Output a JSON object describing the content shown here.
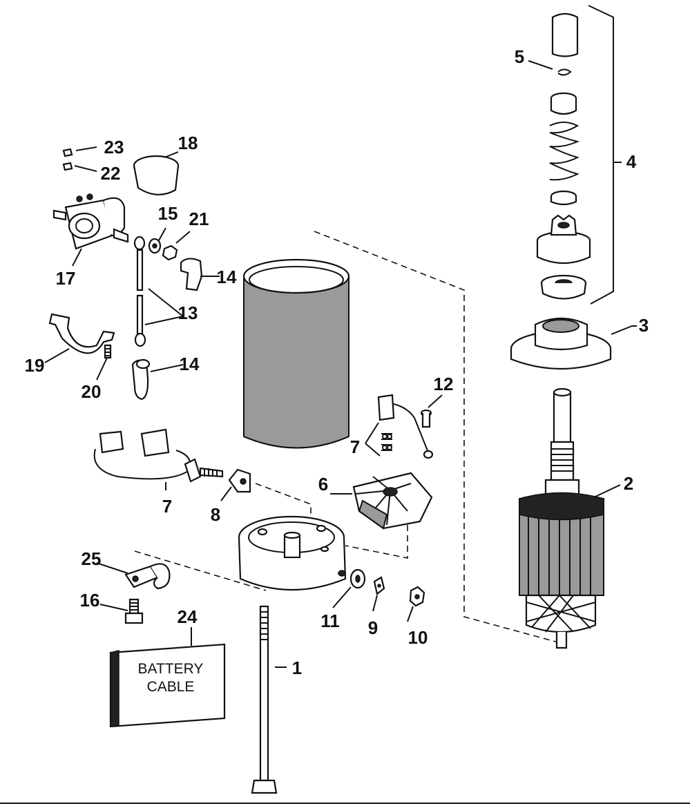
{
  "diagram": {
    "labels": {
      "p1": "1",
      "p2": "2",
      "p3": "3",
      "p4": "4",
      "p5": "5",
      "p6": "6",
      "p7a": "7",
      "p7b": "7",
      "p8": "8",
      "p9": "9",
      "p10": "10",
      "p11": "11",
      "p12": "12",
      "p13": "13",
      "p14a": "14",
      "p14b": "14",
      "p15": "15",
      "p16": "16",
      "p17": "17",
      "p18": "18",
      "p19": "19",
      "p20": "20",
      "p21": "21",
      "p22": "22",
      "p23": "23",
      "p24": "24",
      "p25": "25"
    },
    "battery_cable_box": {
      "line1": "BATTERY",
      "line2": "CABLE"
    }
  }
}
